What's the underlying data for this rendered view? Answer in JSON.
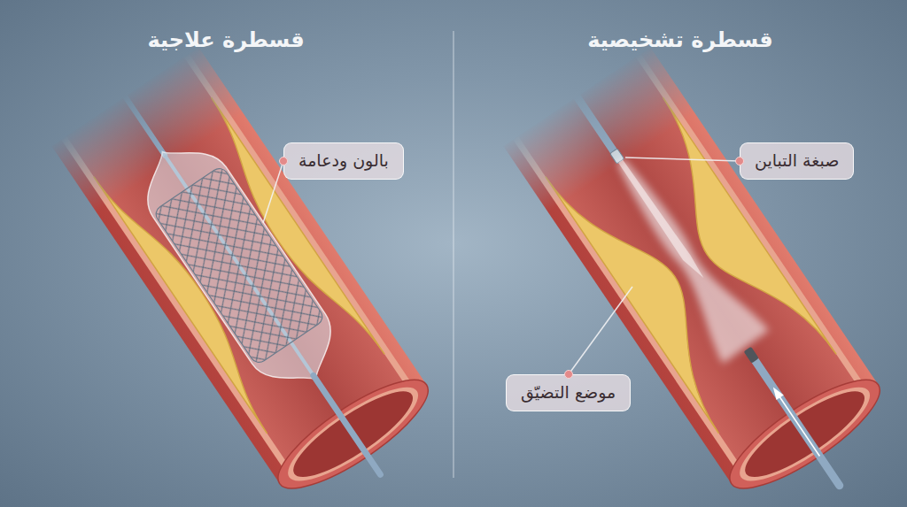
{
  "diagram": {
    "nodes": [
      {
        "text": [
          "صبغة التباين"
        ]
      },
      {
        "text": [
          "موضع التضيّق"
        ]
      },
      {
        "text": [
          "بالون ودعامة"
        ]
      }
    ],
    "labels": [
      "قسطرة تشخيصية",
      "قسطرة علاجية"
    ]
  }
}
